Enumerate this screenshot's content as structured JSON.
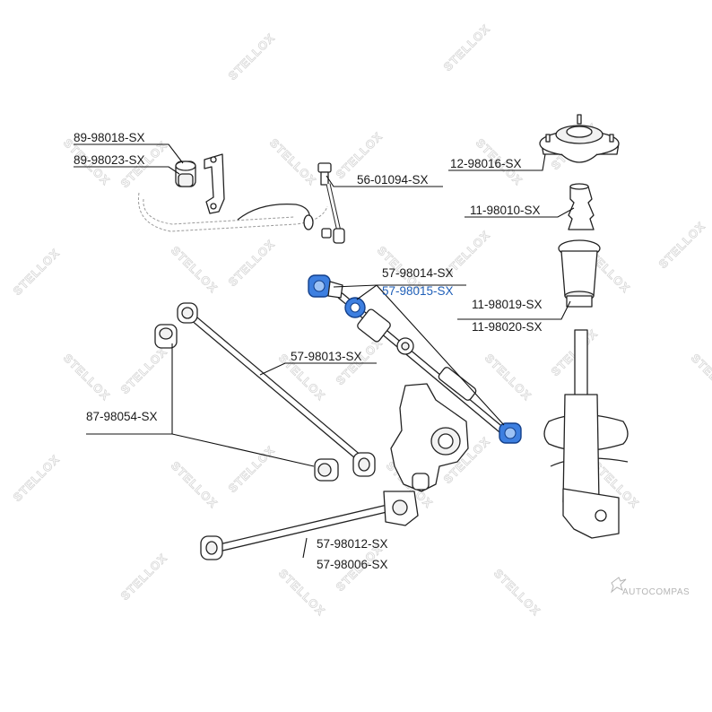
{
  "labels": {
    "p1": "89-98018-SX",
    "p2": "89-98023-SX",
    "p3": "56-01094-SX",
    "p4": "12-98016-SX",
    "p5": "11-98010-SX",
    "p6": "57-98014-SX",
    "p7": "57-98015-SX",
    "p8": "11-98019-SX",
    "p9": "11-98020-SX",
    "p10": "57-98013-SX",
    "p11": "87-98054-SX",
    "p12": "57-98012-SX",
    "p13": "57-98006-SX"
  },
  "watermarks": {
    "stellox": "STELLOX",
    "brand": "AUTOCOMPAS"
  },
  "colors": {
    "highlight_part": "#3d7fe0",
    "highlight_label": "#1f5fb8"
  }
}
